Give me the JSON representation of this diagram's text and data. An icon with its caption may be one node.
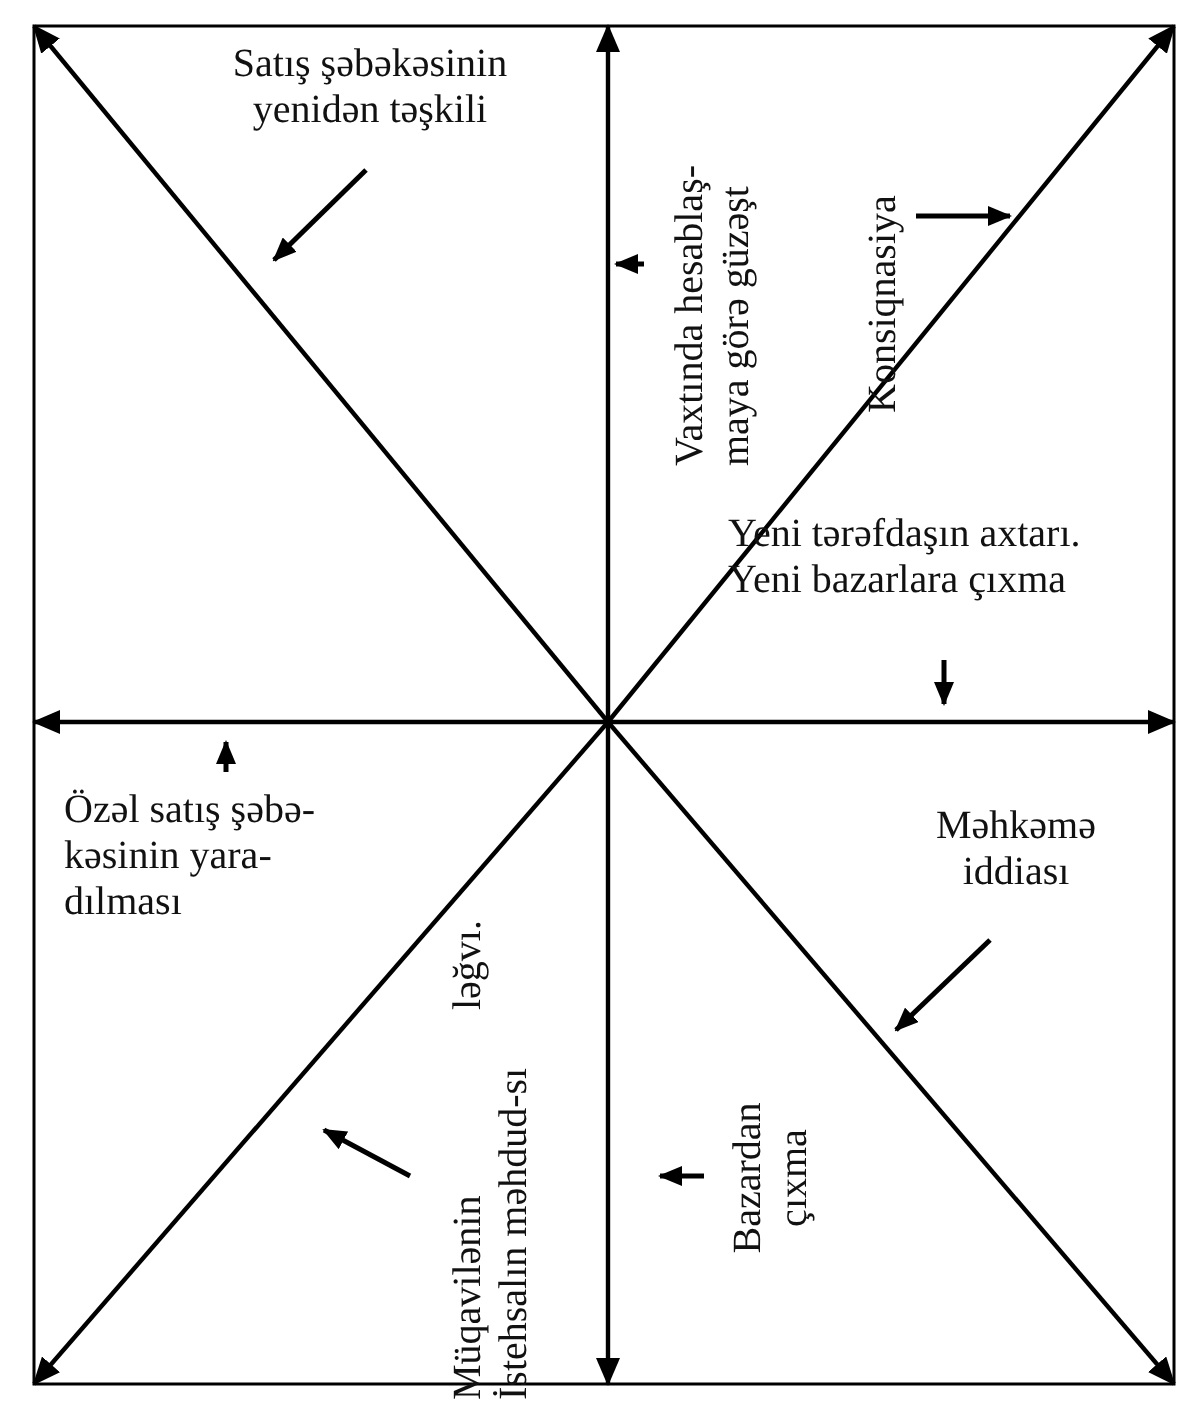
{
  "diagram": {
    "labels": [
      "Satış şəbəkəsinin yenidən təşkili",
      "Vaxtında hesablaş- maya görə güzəşt",
      "Konsiqnasiya",
      "Yeni tərəfdaşın axtarı. Yeni bazarlara çıxma",
      "Özəl satış şəbə- kəsinin yara- dılması",
      "Məhkəmə iddiası",
      "Bazardan çıxma",
      "Müqavilənin ləğvı. İstehsalın məhdud-sı"
    ]
  }
}
